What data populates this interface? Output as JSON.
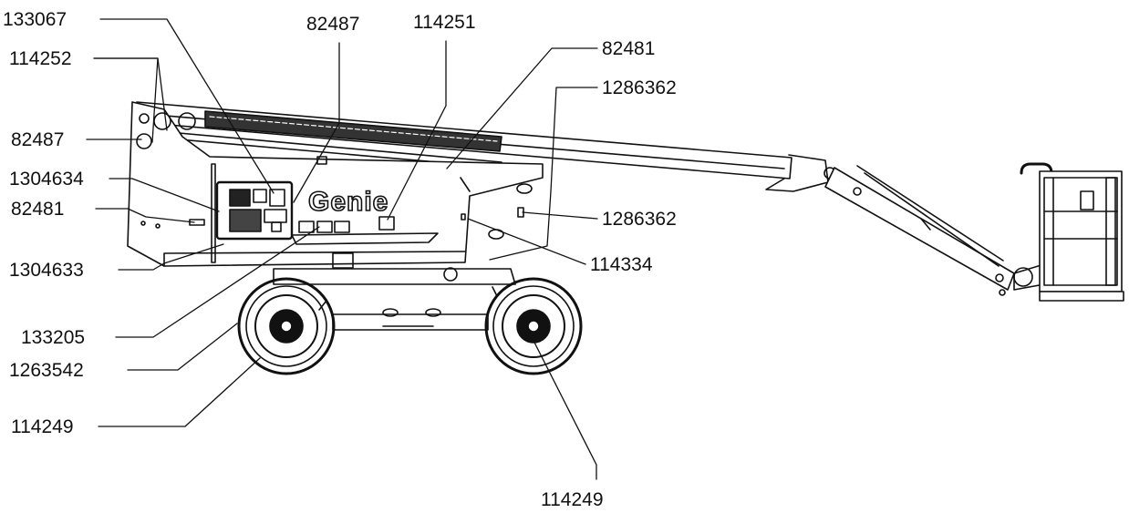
{
  "brand": {
    "wordmark": "Genie"
  },
  "labels": {
    "l_133067_top": "133067",
    "l_114252": "114252",
    "l_82487_left": "82487",
    "l_1304634": "1304634",
    "l_82481_left": "82481",
    "l_1304633": "1304633",
    "l_133205": "133205",
    "l_1263542": "1263542",
    "l_114249_left": "114249",
    "l_82487_top": "82487",
    "l_114251": "114251",
    "l_82481_top": "82481",
    "l_1286362_top": "1286362",
    "l_1286362_mid": "1286362",
    "l_114334": "114334",
    "l_114249_bottom": "114249"
  }
}
